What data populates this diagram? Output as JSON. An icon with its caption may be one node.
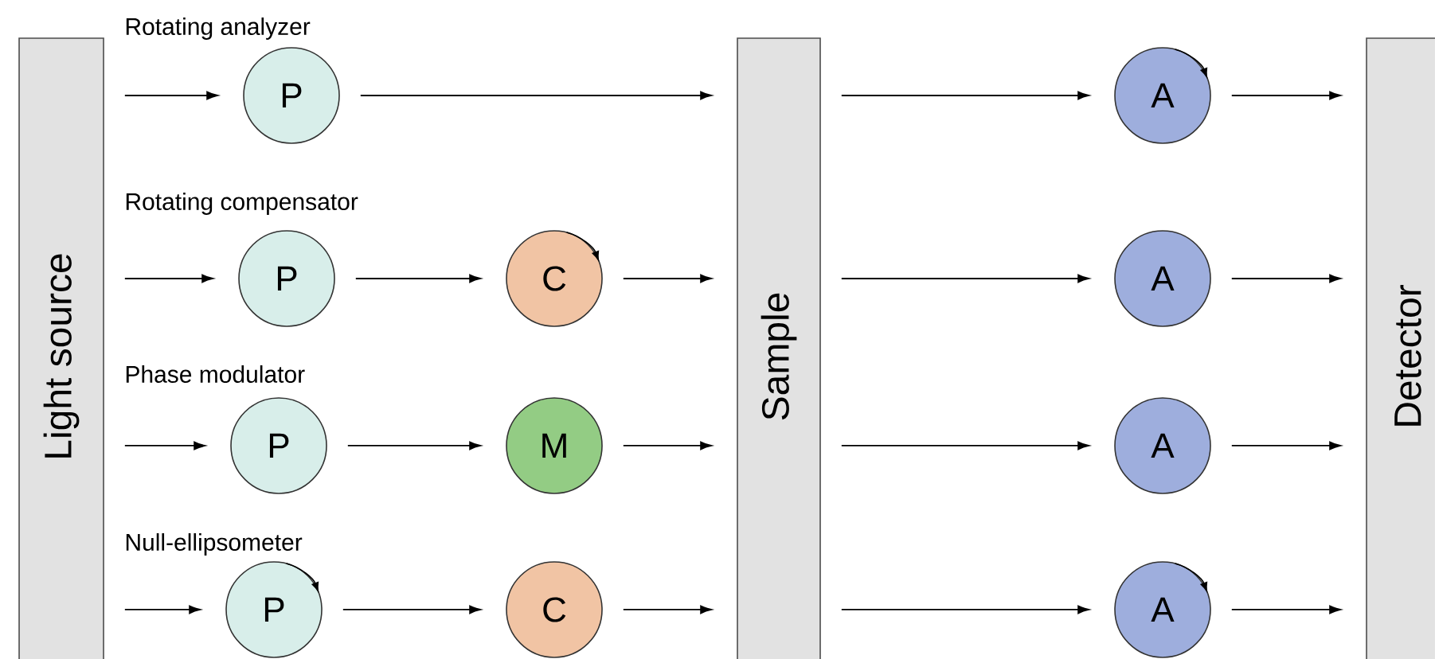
{
  "diagram": {
    "nodes": [
      {
        "text": [
          "Light source"
        ]
      },
      {
        "text": [
          "Sample"
        ]
      },
      {
        "text": [
          "Detector"
        ]
      },
      {
        "text": [
          "P"
        ]
      },
      {
        "text": [
          "A"
        ]
      },
      {
        "text": [
          "P"
        ]
      },
      {
        "text": [
          "C"
        ]
      },
      {
        "text": [
          "A"
        ]
      },
      {
        "text": [
          "P"
        ]
      },
      {
        "text": [
          "M"
        ]
      },
      {
        "text": [
          "A"
        ]
      },
      {
        "text": [
          "P"
        ]
      },
      {
        "text": [
          "C"
        ]
      },
      {
        "text": [
          "A"
        ]
      }
    ],
    "edges": [
      {
        "from": 0,
        "to": 3,
        "arrow": "to"
      },
      {
        "from": 3,
        "to": 1,
        "arrow": "to"
      },
      {
        "from": 1,
        "to": 4,
        "arrow": "to"
      },
      {
        "from": 4,
        "to": 2,
        "arrow": "to"
      },
      {
        "from": 0,
        "to": 5,
        "arrow": "to"
      },
      {
        "from": 5,
        "to": 6,
        "arrow": "to"
      },
      {
        "from": 6,
        "to": 1,
        "arrow": "to"
      },
      {
        "from": 1,
        "to": 7,
        "arrow": "to"
      },
      {
        "from": 7,
        "to": 2,
        "arrow": "to"
      },
      {
        "from": 0,
        "to": 8,
        "arrow": "to"
      },
      {
        "from": 8,
        "to": 9,
        "arrow": "to"
      },
      {
        "from": 9,
        "to": 1,
        "arrow": "to"
      },
      {
        "from": 1,
        "to": 10,
        "arrow": "to"
      },
      {
        "from": 10,
        "to": 2,
        "arrow": "to"
      },
      {
        "from": 0,
        "to": 11,
        "arrow": "to"
      },
      {
        "from": 11,
        "to": 12,
        "arrow": "to"
      },
      {
        "from": 12,
        "to": 1,
        "arrow": "to"
      },
      {
        "from": 1,
        "to": 13,
        "arrow": "to"
      },
      {
        "from": 13,
        "to": 2,
        "arrow": "to"
      }
    ],
    "labels": [
      "Rotating analyzer",
      "Rotating compensator",
      "Phase modulator",
      "Null-ellipsometer"
    ]
  }
}
